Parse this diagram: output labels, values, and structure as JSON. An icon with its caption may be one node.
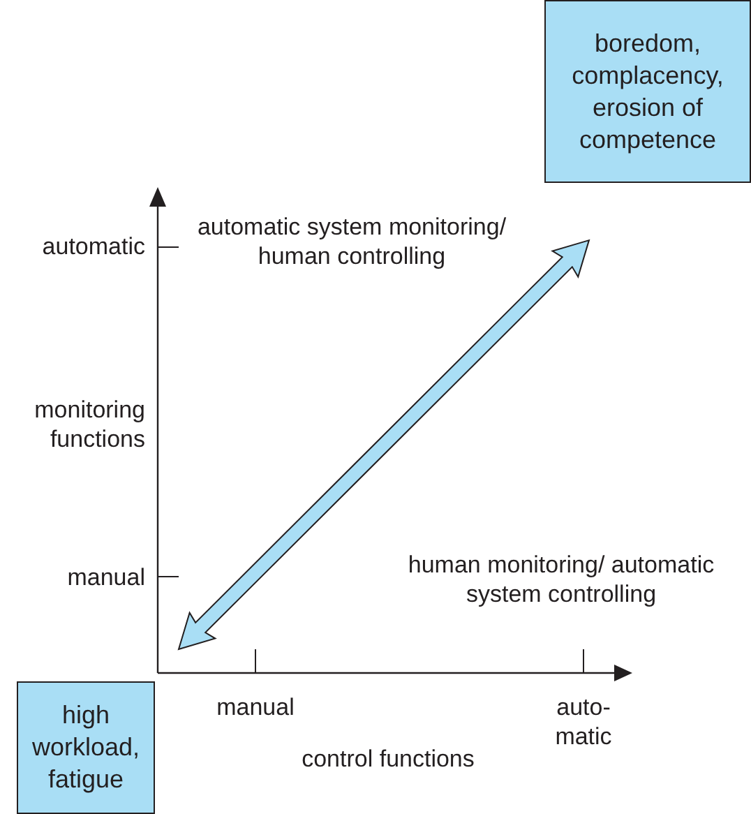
{
  "diagram": {
    "nodes": [
      {
        "text": [
          "boredom, complacency, erosion of competence"
        ]
      },
      {
        "text": [
          "high workload, fatigue"
        ]
      }
    ],
    "labels": [
      "automatic",
      "automatic system monitoring/ human controlling",
      "monitoring functions",
      "manual",
      "human monitoring/ automatic system controlling",
      "manual",
      "auto- matic",
      "control functions"
    ]
  }
}
